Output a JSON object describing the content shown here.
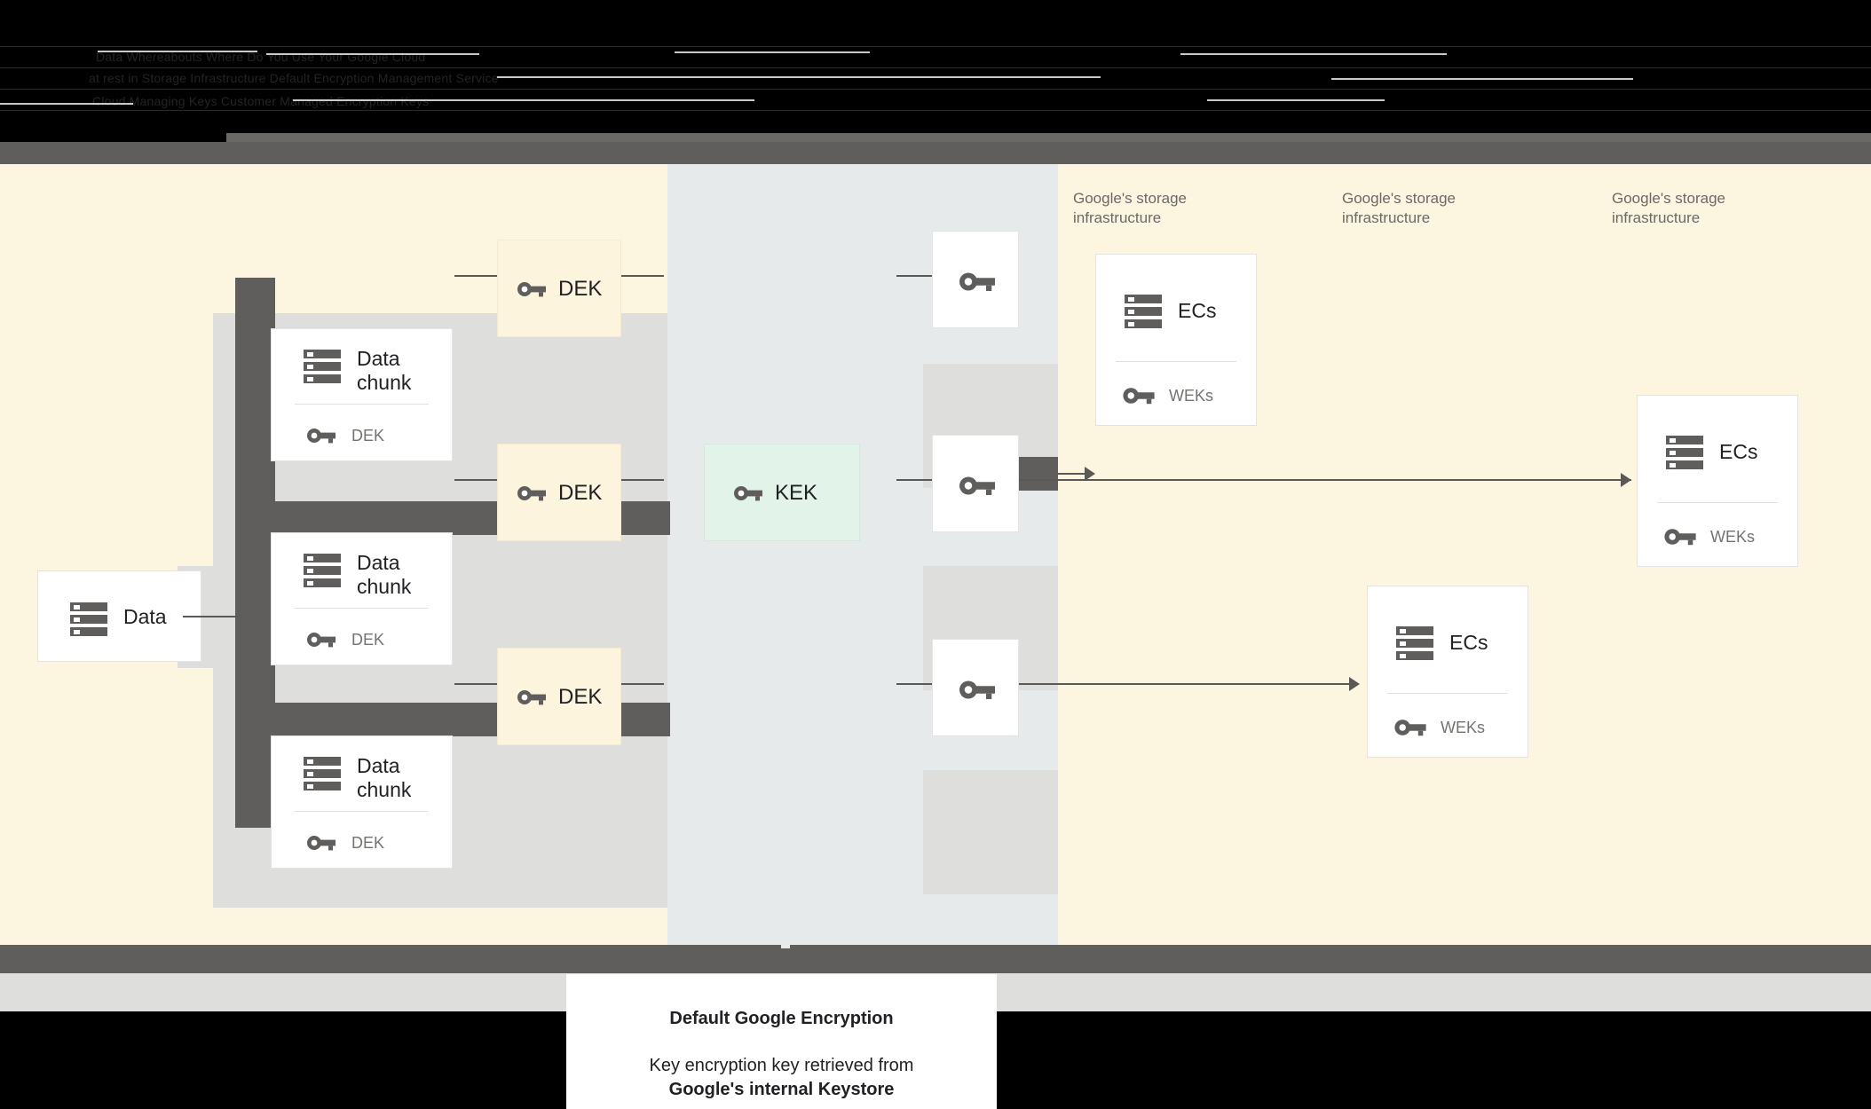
{
  "top_bar": {
    "note": "dark illegible header text",
    "lines": [
      "Data      Whereabouts                     Where  Do  You   Use   Your   Google   Cloud",
      "at rest   in Storage   Infrastructure     Default Encryption   Management Service",
      "Cloud     Managing Keys                   Customer Managed Encryption Keys"
    ]
  },
  "diagram": {
    "source": {
      "title": "Data",
      "icon": "storage-server-icon"
    },
    "chunks": [
      {
        "title": "Data chunk",
        "key_label": "DEK",
        "icon": "storage-server-icon",
        "key_icon": "key-icon"
      },
      {
        "title": "Data chunk",
        "key_label": "DEK",
        "icon": "storage-server-icon",
        "key_icon": "key-icon"
      },
      {
        "title": "Data chunk",
        "key_label": "DEK",
        "icon": "storage-server-icon",
        "key_icon": "key-icon"
      }
    ],
    "deks": [
      {
        "label": "DEK",
        "icon": "key-icon"
      },
      {
        "label": "DEK",
        "icon": "key-icon"
      },
      {
        "label": "DEK",
        "icon": "key-icon"
      }
    ],
    "kek": {
      "label": "KEK",
      "icon": "key-icon"
    },
    "wrapped_keys": [
      {
        "icon": "key-icon"
      },
      {
        "icon": "key-icon"
      },
      {
        "icon": "key-icon"
      }
    ],
    "infra_labels": [
      "Google's storage infrastructure",
      "Google's storage infrastructure",
      "Google's storage infrastructure"
    ],
    "ec_cards": [
      {
        "title": "ECs",
        "key_label": "WEKs",
        "icon": "storage-server-icon",
        "key_icon": "key-icon"
      },
      {
        "title": "ECs",
        "key_label": "WEKs",
        "icon": "storage-server-icon",
        "key_icon": "key-icon"
      },
      {
        "title": "ECs",
        "key_label": "WEKs",
        "icon": "storage-server-icon",
        "key_icon": "key-icon"
      }
    ]
  },
  "caption": {
    "title": "Default Google Encryption",
    "body_line1": "Key encryption key retrieved from",
    "body_line2": "Google's internal Keystore"
  },
  "colors": {
    "cream": "#fcf5e0",
    "gray_band": "#e7eaea",
    "mid_gray": "#dededd",
    "dark_bar": "#5f5e5c",
    "dek_fill": "#fdf4dd",
    "kek_fill": "#e2f3ea",
    "card_fill": "#ffffff",
    "text": "#202124",
    "muted_text": "#75736f"
  }
}
